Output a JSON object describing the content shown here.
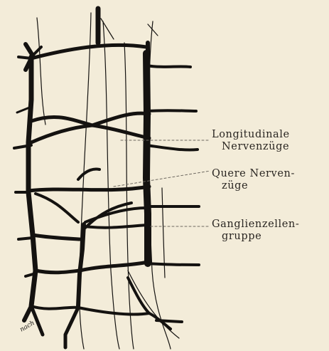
{
  "labels": {
    "longitudinal": [
      "Longitudinale",
      "Nervenzüge"
    ],
    "quere": [
      "Quere Nerven-",
      "züge"
    ],
    "ganglien": [
      "Ganglienzellen-",
      "gruppe"
    ]
  },
  "signature": "nach",
  "colors": {
    "background": "#f3ecd9",
    "ink": "#141210",
    "leader": "#6d6860"
  }
}
